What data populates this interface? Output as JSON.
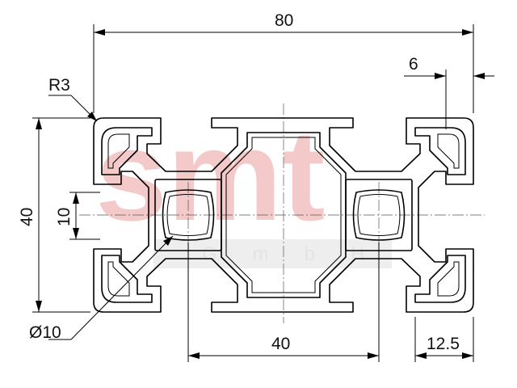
{
  "dimensions": {
    "width_total": "80",
    "offset_top_right": "6",
    "radius": "R3",
    "height": "40",
    "slot_width": "10",
    "center_distance": "40",
    "hole_diameter": "Ø10",
    "edge_offset": "12.5"
  },
  "watermark": {
    "brand": "smt",
    "sub": "GmbH"
  },
  "colors": {
    "outline": "#000000",
    "watermark_brand": "#f4c9c9",
    "watermark_sub": "#e4e4e4"
  }
}
